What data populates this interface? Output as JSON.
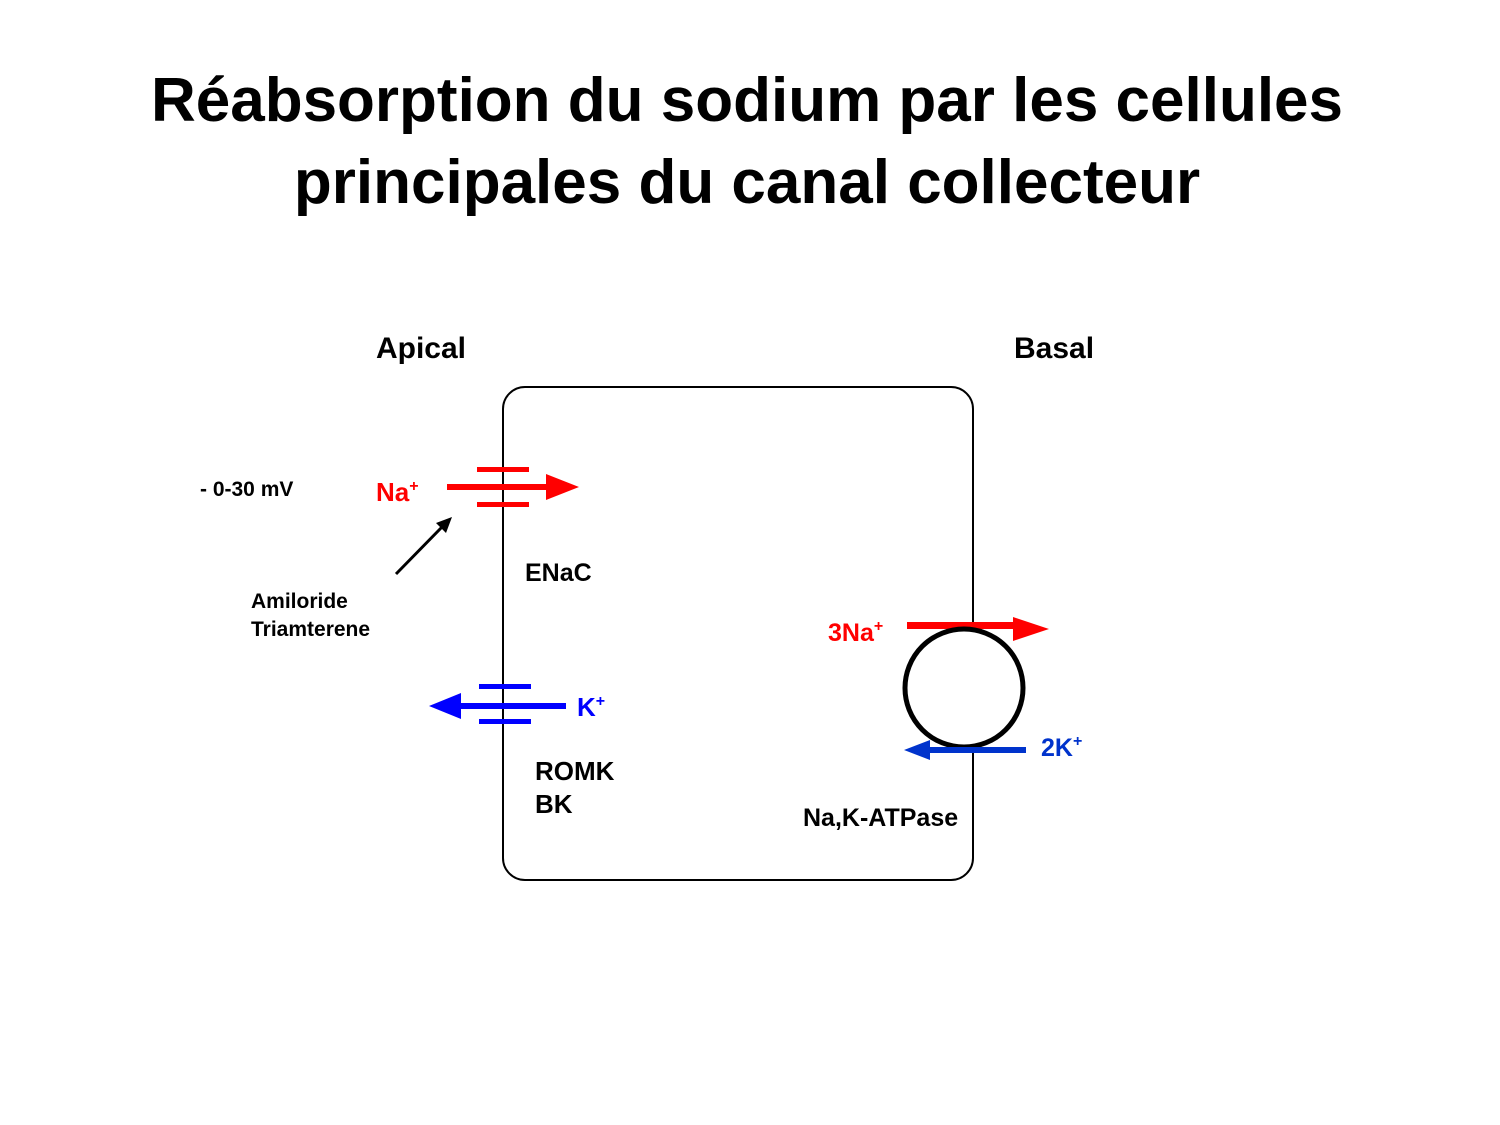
{
  "slide": {
    "title_line1": "Réabsorption du sodium par les cellules",
    "title_line2": "principales du canal collecteur"
  },
  "diagram": {
    "side_labels": {
      "apical": "Apical",
      "basal": "Basal"
    },
    "voltage": "- 0-30 mV",
    "enac": {
      "ion": "Na",
      "charge": "+",
      "channel_label": "ENaC",
      "color": "#ff0000"
    },
    "inhibitors": {
      "line1": "Amiloride",
      "line2": "Triamterene"
    },
    "k_channel": {
      "ion": "K",
      "charge": "+",
      "label_line1": "ROMK",
      "label_line2": "BK",
      "color": "#0000ff"
    },
    "pump": {
      "label": "Na,K-ATPase",
      "na_out": {
        "ion": "3Na",
        "charge": "+",
        "color": "#ff0000"
      },
      "k_in": {
        "ion": "2K",
        "charge": "+",
        "color": "#0033cc"
      }
    }
  }
}
